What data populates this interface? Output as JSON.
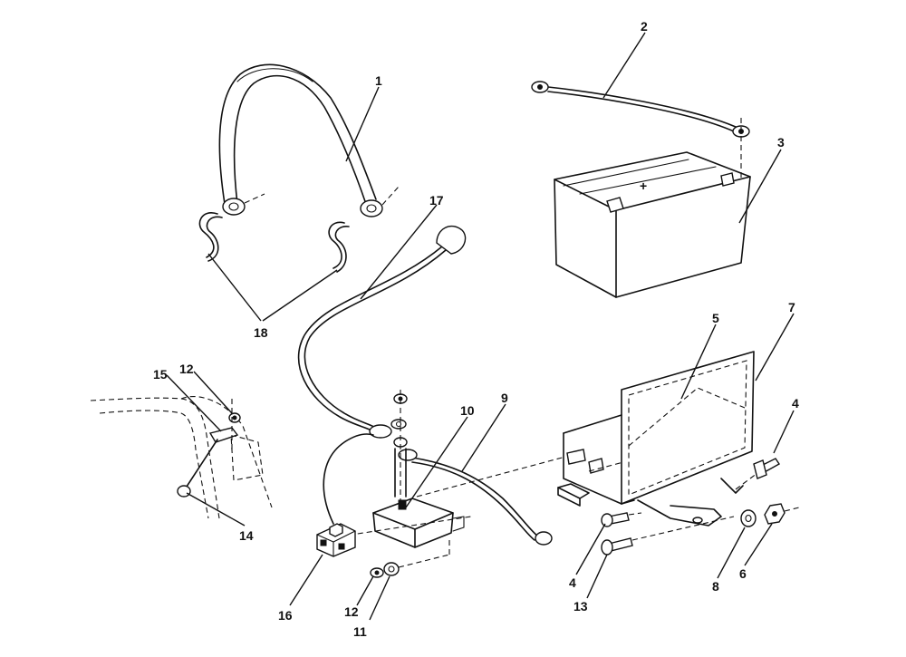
{
  "callouts": [
    {
      "id": "c1",
      "text": "1"
    },
    {
      "id": "c2",
      "text": "2"
    },
    {
      "id": "c3",
      "text": "3"
    },
    {
      "id": "c4a",
      "text": "4"
    },
    {
      "id": "c4b",
      "text": "4"
    },
    {
      "id": "c5",
      "text": "5"
    },
    {
      "id": "c6",
      "text": "6"
    },
    {
      "id": "c7",
      "text": "7"
    },
    {
      "id": "c8",
      "text": "8"
    },
    {
      "id": "c9",
      "text": "9"
    },
    {
      "id": "c10",
      "text": "10"
    },
    {
      "id": "c11",
      "text": "11"
    },
    {
      "id": "c12a",
      "text": "12"
    },
    {
      "id": "c12b",
      "text": "12"
    },
    {
      "id": "c13",
      "text": "13"
    },
    {
      "id": "c14",
      "text": "14"
    },
    {
      "id": "c15",
      "text": "15"
    },
    {
      "id": "c16",
      "text": "16"
    },
    {
      "id": "c17",
      "text": "17"
    },
    {
      "id": "c18",
      "text": "18"
    }
  ],
  "battery": {
    "terminal_mark": "+"
  }
}
